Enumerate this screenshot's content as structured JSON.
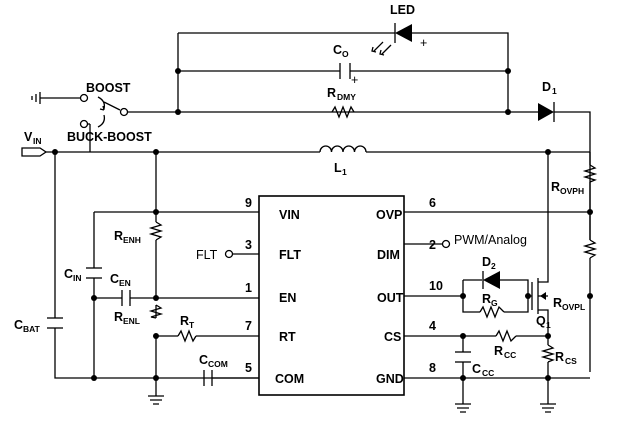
{
  "ic": {
    "left_pins": [
      {
        "num": "9",
        "name": "VIN"
      },
      {
        "num": "3",
        "name": "FLT"
      },
      {
        "num": "1",
        "name": "EN"
      },
      {
        "num": "7",
        "name": "RT"
      },
      {
        "num": "5",
        "name": "COM"
      }
    ],
    "right_pins": [
      {
        "num": "6",
        "name": "OVP"
      },
      {
        "num": "2",
        "name": "DIM"
      },
      {
        "num": "10",
        "name": "OUT"
      },
      {
        "num": "4",
        "name": "CS"
      },
      {
        "num": "8",
        "name": "GND"
      }
    ]
  },
  "components": {
    "led": "LED",
    "co": {
      "main": "C",
      "sub": "O"
    },
    "rdmy": {
      "main": "R",
      "sub": "DMY"
    },
    "d1": {
      "main": "D",
      "sub": "1"
    },
    "l1": {
      "main": "L",
      "sub": "1"
    },
    "vin": {
      "main": "V",
      "sub": "IN"
    },
    "rovph": {
      "main": "R",
      "sub": "OVPH"
    },
    "rovpl": {
      "main": "R",
      "sub": "OVPL"
    },
    "renh": {
      "main": "R",
      "sub": "ENH"
    },
    "renl": {
      "main": "R",
      "sub": "ENL"
    },
    "cin": {
      "main": "C",
      "sub": "IN"
    },
    "cen": {
      "main": "C",
      "sub": "EN"
    },
    "cbat": {
      "main": "C",
      "sub": "BAT"
    },
    "rt": {
      "main": "R",
      "sub": "T"
    },
    "ccom": {
      "main": "C",
      "sub": "COM"
    },
    "d2": {
      "main": "D",
      "sub": "2"
    },
    "rg": {
      "main": "R",
      "sub": "G"
    },
    "q1": {
      "main": "Q",
      "sub": "1"
    },
    "rcc": {
      "main": "R",
      "sub": "CC"
    },
    "ccc": {
      "main": "C",
      "sub": "CC"
    },
    "rcs": {
      "main": "R",
      "sub": "CS"
    }
  },
  "switch": {
    "boost": "BOOST",
    "buck_boost": "BUCK-BOOST"
  },
  "labels": {
    "flt": "FLT",
    "pwm": "PWM/Analog",
    "plus": "+"
  }
}
